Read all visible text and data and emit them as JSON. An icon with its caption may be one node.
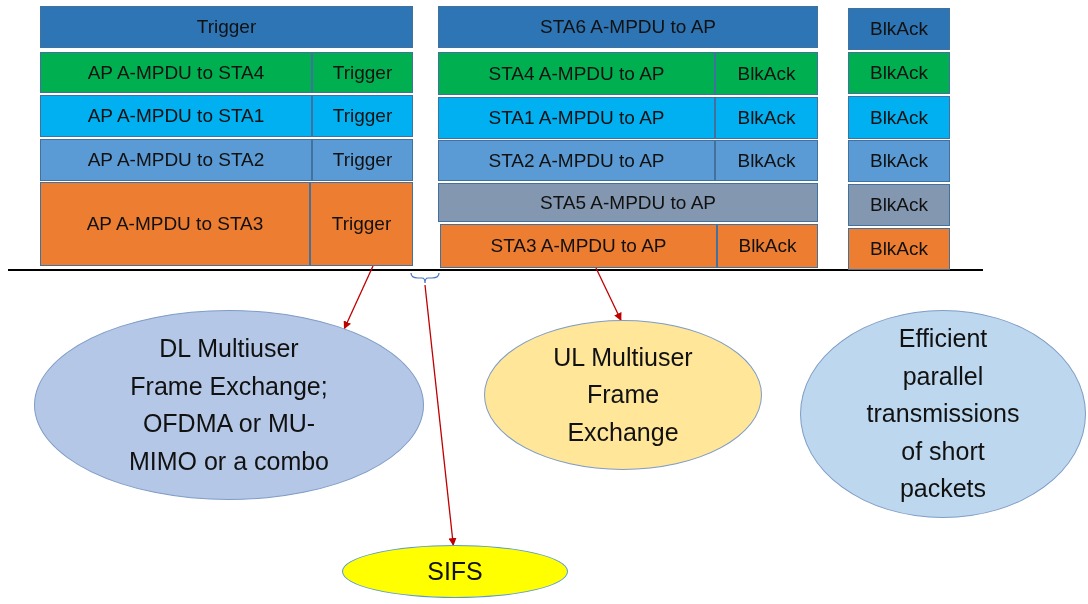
{
  "diagram": {
    "nodes": [
      {
        "text": [
          "Trigger"
        ]
      },
      {
        "text": [
          "AP A-MPDU to STA4"
        ]
      },
      {
        "text": [
          "Trigger"
        ]
      },
      {
        "text": [
          "AP A-MPDU to STA1"
        ]
      },
      {
        "text": [
          "Trigger"
        ]
      },
      {
        "text": [
          "AP A-MPDU to STA2"
        ]
      },
      {
        "text": [
          "Trigger"
        ]
      },
      {
        "text": [
          "AP A-MPDU to STA3"
        ]
      },
      {
        "text": [
          "Trigger"
        ]
      },
      {
        "text": [
          "STA6 A-MPDU to AP"
        ]
      },
      {
        "text": [
          "STA4 A-MPDU to AP"
        ]
      },
      {
        "text": [
          "BlkAck"
        ]
      },
      {
        "text": [
          "STA1 A-MPDU to AP"
        ]
      },
      {
        "text": [
          "BlkAck"
        ]
      },
      {
        "text": [
          "STA2 A-MPDU to AP"
        ]
      },
      {
        "text": [
          "BlkAck"
        ]
      },
      {
        "text": [
          "STA5 A-MPDU to AP"
        ]
      },
      {
        "text": [
          "STA3 A-MPDU to AP"
        ]
      },
      {
        "text": [
          "BlkAck"
        ]
      },
      {
        "text": [
          "BlkAck"
        ]
      },
      {
        "text": [
          "BlkAck"
        ]
      },
      {
        "text": [
          "BlkAck"
        ]
      },
      {
        "text": [
          "BlkAck"
        ]
      },
      {
        "text": [
          "BlkAck"
        ]
      },
      {
        "text": [
          "BlkAck"
        ]
      },
      {
        "text": [
          "DL Multiuser Frame Exchange; OFDMA or MU-MIMO or a combo"
        ]
      },
      {
        "text": [
          "UL Multiuser Frame Exchange"
        ]
      },
      {
        "text": [
          "Efficient parallel transmissions of short packets"
        ]
      },
      {
        "text": [
          "SIFS"
        ]
      }
    ],
    "edges": [
      {
        "from": 8,
        "to": 25,
        "arrow": "to"
      },
      {
        "from": 17,
        "to": 26,
        "arrow": "to"
      },
      {
        "from": null,
        "to": 28,
        "arrow": "to"
      }
    ]
  }
}
